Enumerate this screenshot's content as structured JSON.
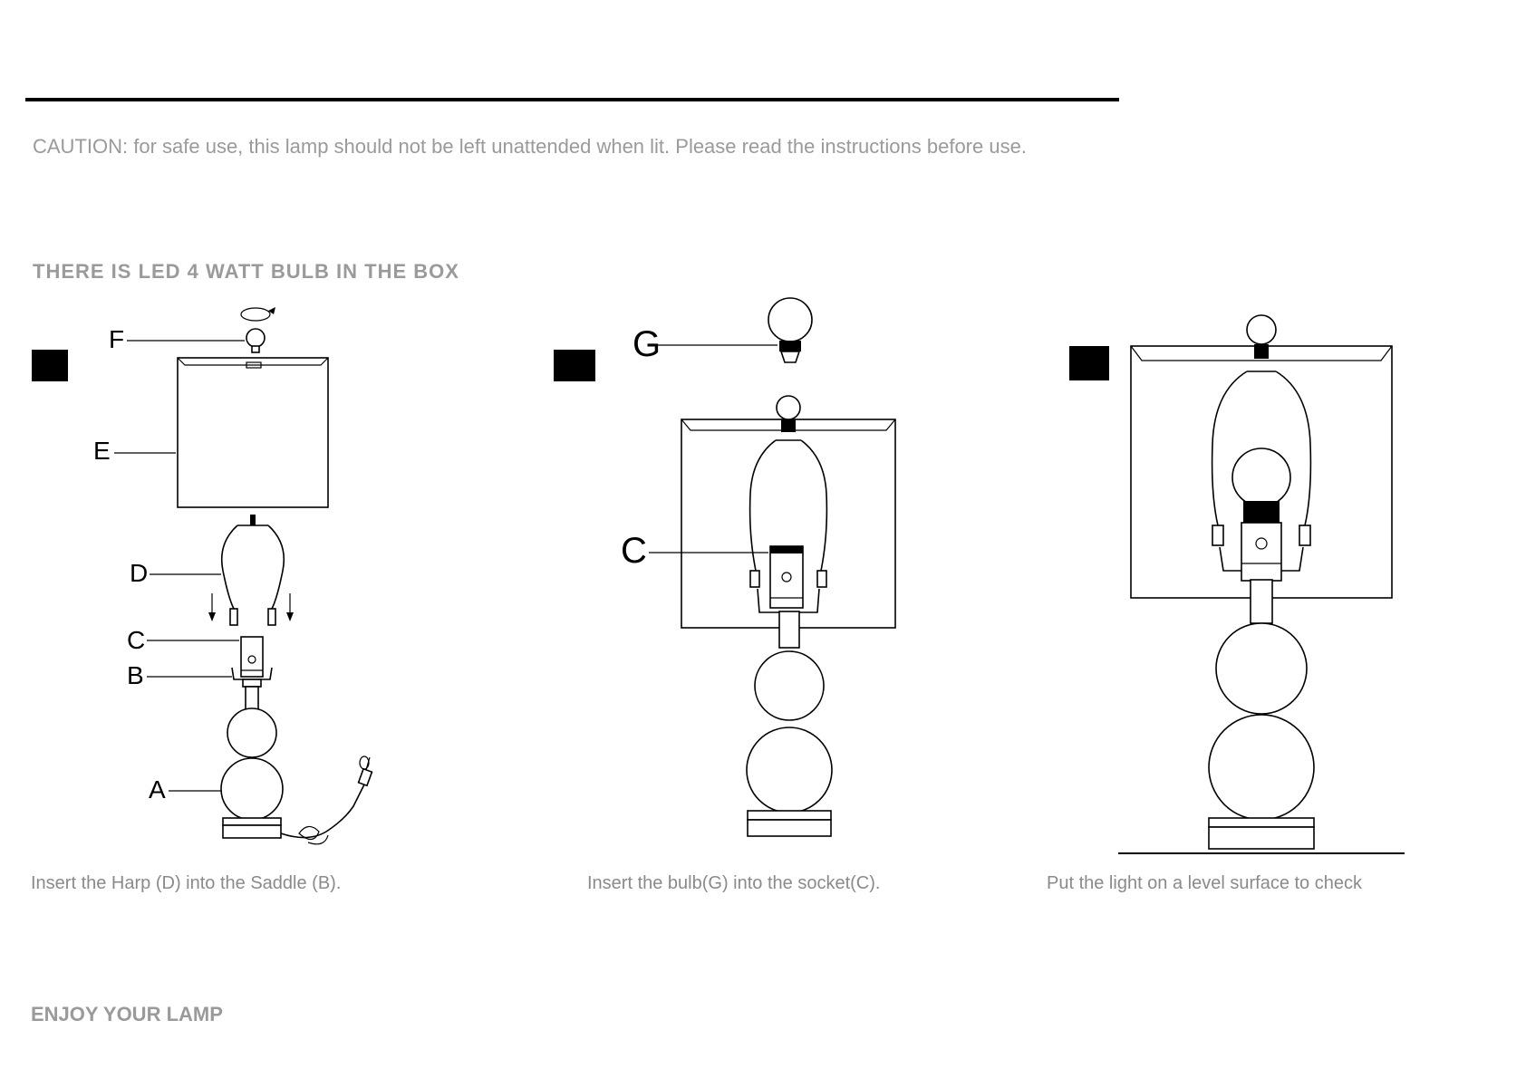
{
  "header": {
    "rule": ""
  },
  "partial_text": {
    "intro_line": "CAUTION: for safe use, this lamp should not be left unattended when lit. Please read the instructions before use.",
    "bulb_note": "THERE IS LED 4 WATT BULB IN THE BOX",
    "enjoy": "ENJOY YOUR LAMP"
  },
  "steps": [
    {
      "number": "",
      "caption": "Insert the Harp (D) into the Saddle (B).",
      "labels": {
        "F": "F",
        "E": "E",
        "D": "D",
        "C": "C",
        "B": "B",
        "A": "A"
      }
    },
    {
      "number": "",
      "caption": "Insert the bulb(G) into the socket(C).",
      "labels": {
        "G": "G",
        "C": "C"
      }
    },
    {
      "number": "",
      "caption": "Put the light on a level surface to check"
    }
  ]
}
